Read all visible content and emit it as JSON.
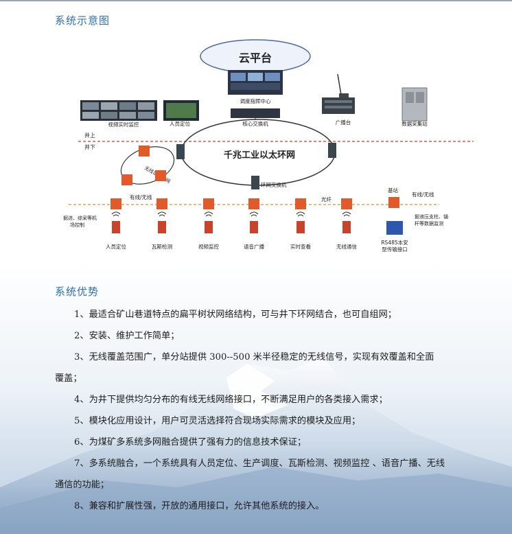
{
  "section1_title": "系统示意图",
  "section2_title": "系统优势",
  "diagram": {
    "cloud": "云平台",
    "dispatch_center": "调度指挥中心",
    "video_monitor": "视频实时监控",
    "personnel_location": "人员定位",
    "core_switch": "核心交换机",
    "broadcast": "广播台",
    "data_station": "数据采集站",
    "above_ground": "井上",
    "underground": "井下",
    "ring_network": "千兆工业以太环网",
    "wireless_link": "无线以太联网",
    "ring_switch": "环网交换机",
    "wired_wireless_left": "有线/无线",
    "fiber": "光纤",
    "base_station": "基站",
    "wired_wireless_right": "有线/无线",
    "left_note_line1": "掘进、综采等机",
    "left_note_line2": "场控制",
    "right_note_line1": "掘液压支柱、锚",
    "right_note_line2": "杆等数据监测",
    "terminals": [
      "人员定位",
      "瓦斯检测",
      "视频监控",
      "语音广播",
      "实时查看",
      "无线通信"
    ],
    "rs485_line1": "RS485本安",
    "rs485_line2": "型传输接口"
  },
  "advantages": {
    "p1": "1、最适合矿山巷道特点的扁平树状网络结构，可与井下环网结合，也可自组网；",
    "p2": "2、安装、维护工作简单；",
    "p3a": "3、无线覆盖范围广，单分站提供 300--500 米半径稳定的无线信号，实现有效覆盖和全面",
    "p3b": "覆盖；",
    "p4": "4、为井下提供均匀分布的有线无线网络接口，不断满足用户的各类接入需求；",
    "p5": "5、模块化应用设计，用户可灵活选择符合现场实际需求的模块及应用；",
    "p6": "6、为煤矿多系统多网融合提供了强有力的信息技术保证；",
    "p7a": "7、多系统融合，一个系统具有人员定位、生产调度、瓦斯检测、视频监控 、语音广播、无线",
    "p7b": "通信的功能；",
    "p8": "8、兼容和扩展性强，开放的通用接口，允许其他系统的接入。"
  },
  "colors": {
    "title": "#2c6fb6",
    "device_orange": "#e2592a",
    "dashed_red": "#d23b2f",
    "dashed_orange": "#e8a04a"
  }
}
